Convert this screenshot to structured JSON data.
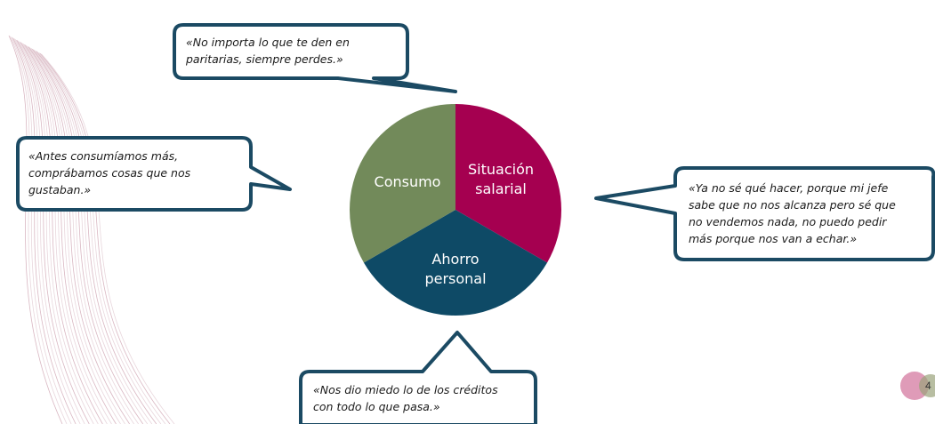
{
  "chart_data": {
    "type": "pie",
    "slices": [
      {
        "label": "Situación salarial",
        "label_lines": [
          "Situación",
          "salarial"
        ],
        "value": 33.3,
        "color": "#a50050"
      },
      {
        "label": "Ahorro personal",
        "label_lines": [
          "Ahorro",
          "personal"
        ],
        "value": 33.3,
        "color": "#0e4a66"
      },
      {
        "label": "Consumo",
        "label_lines": [
          "Consumo"
        ],
        "value": 33.3,
        "color": "#728a5a"
      }
    ]
  },
  "callouts": {
    "top": {
      "lines": [
        "«No importa lo que te den en",
        "paritarias, siempre perdes.»"
      ]
    },
    "left": {
      "lines": [
        "«Antes consumíamos más,",
        "comprábamos cosas que nos",
        "gustaban.»"
      ]
    },
    "right": {
      "lines": [
        "«Ya no sé qué hacer, porque mi jefe",
        "sabe que no nos alcanza pero sé que",
        "no vendemos nada, no puedo pedir",
        "más porque nos van a echar.»"
      ]
    },
    "bottom": {
      "lines": [
        "«Nos dio miedo lo de los créditos",
        "con todo lo que pasa.»"
      ]
    }
  },
  "slide": {
    "page_number": "4"
  },
  "colors": {
    "bubble_border": "#1b4a63",
    "wave": "#c9a0ae"
  }
}
